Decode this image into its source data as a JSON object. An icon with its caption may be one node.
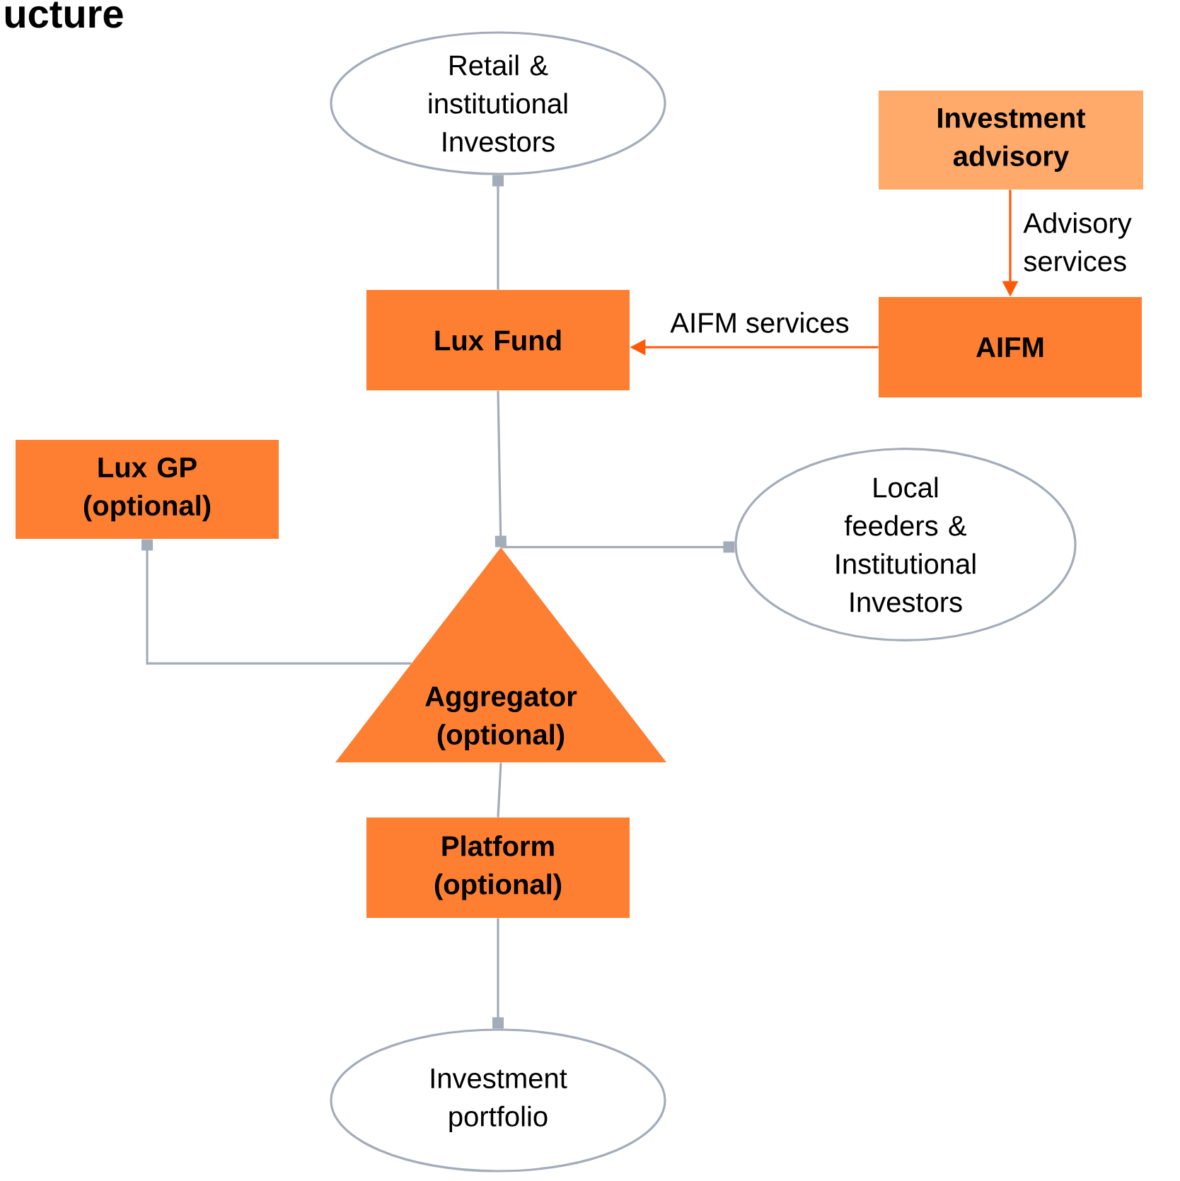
{
  "diagram": {
    "title": "ucture",
    "nodes": [
      {
        "text": [
          "Retail & institutional Investors"
        ]
      },
      {
        "text": [
          "Investment advisory"
        ]
      },
      {
        "text": [
          "Lux Fund"
        ]
      },
      {
        "text": [
          "AIFM"
        ]
      },
      {
        "text": [
          "Lux GP (optional)"
        ]
      },
      {
        "text": [
          "Local feeders & Institutional Investors"
        ]
      },
      {
        "text": [
          "Aggregator (optional)"
        ]
      },
      {
        "text": [
          "Platform (optional)"
        ]
      },
      {
        "text": [
          "Investment portfolio"
        ]
      }
    ],
    "edges": [
      {
        "from": 1,
        "to": 3,
        "arrow": "to",
        "label": "Advisory services",
        "color": "#ff5a0a"
      },
      {
        "from": 3,
        "to": 2,
        "arrow": "to",
        "label": "AIFM services",
        "color": "#ff5a0a"
      },
      {
        "from": 2,
        "to": 0,
        "arrow": "other"
      },
      {
        "from": 2,
        "to": 6,
        "arrow": "other"
      },
      {
        "from": 6,
        "to": 5,
        "arrow": "other"
      },
      {
        "from": 6,
        "to": 4,
        "arrow": "other"
      },
      {
        "from": 6,
        "to": 7,
        "arrow": "none"
      },
      {
        "from": 7,
        "to": 8,
        "arrow": "other"
      }
    ]
  }
}
